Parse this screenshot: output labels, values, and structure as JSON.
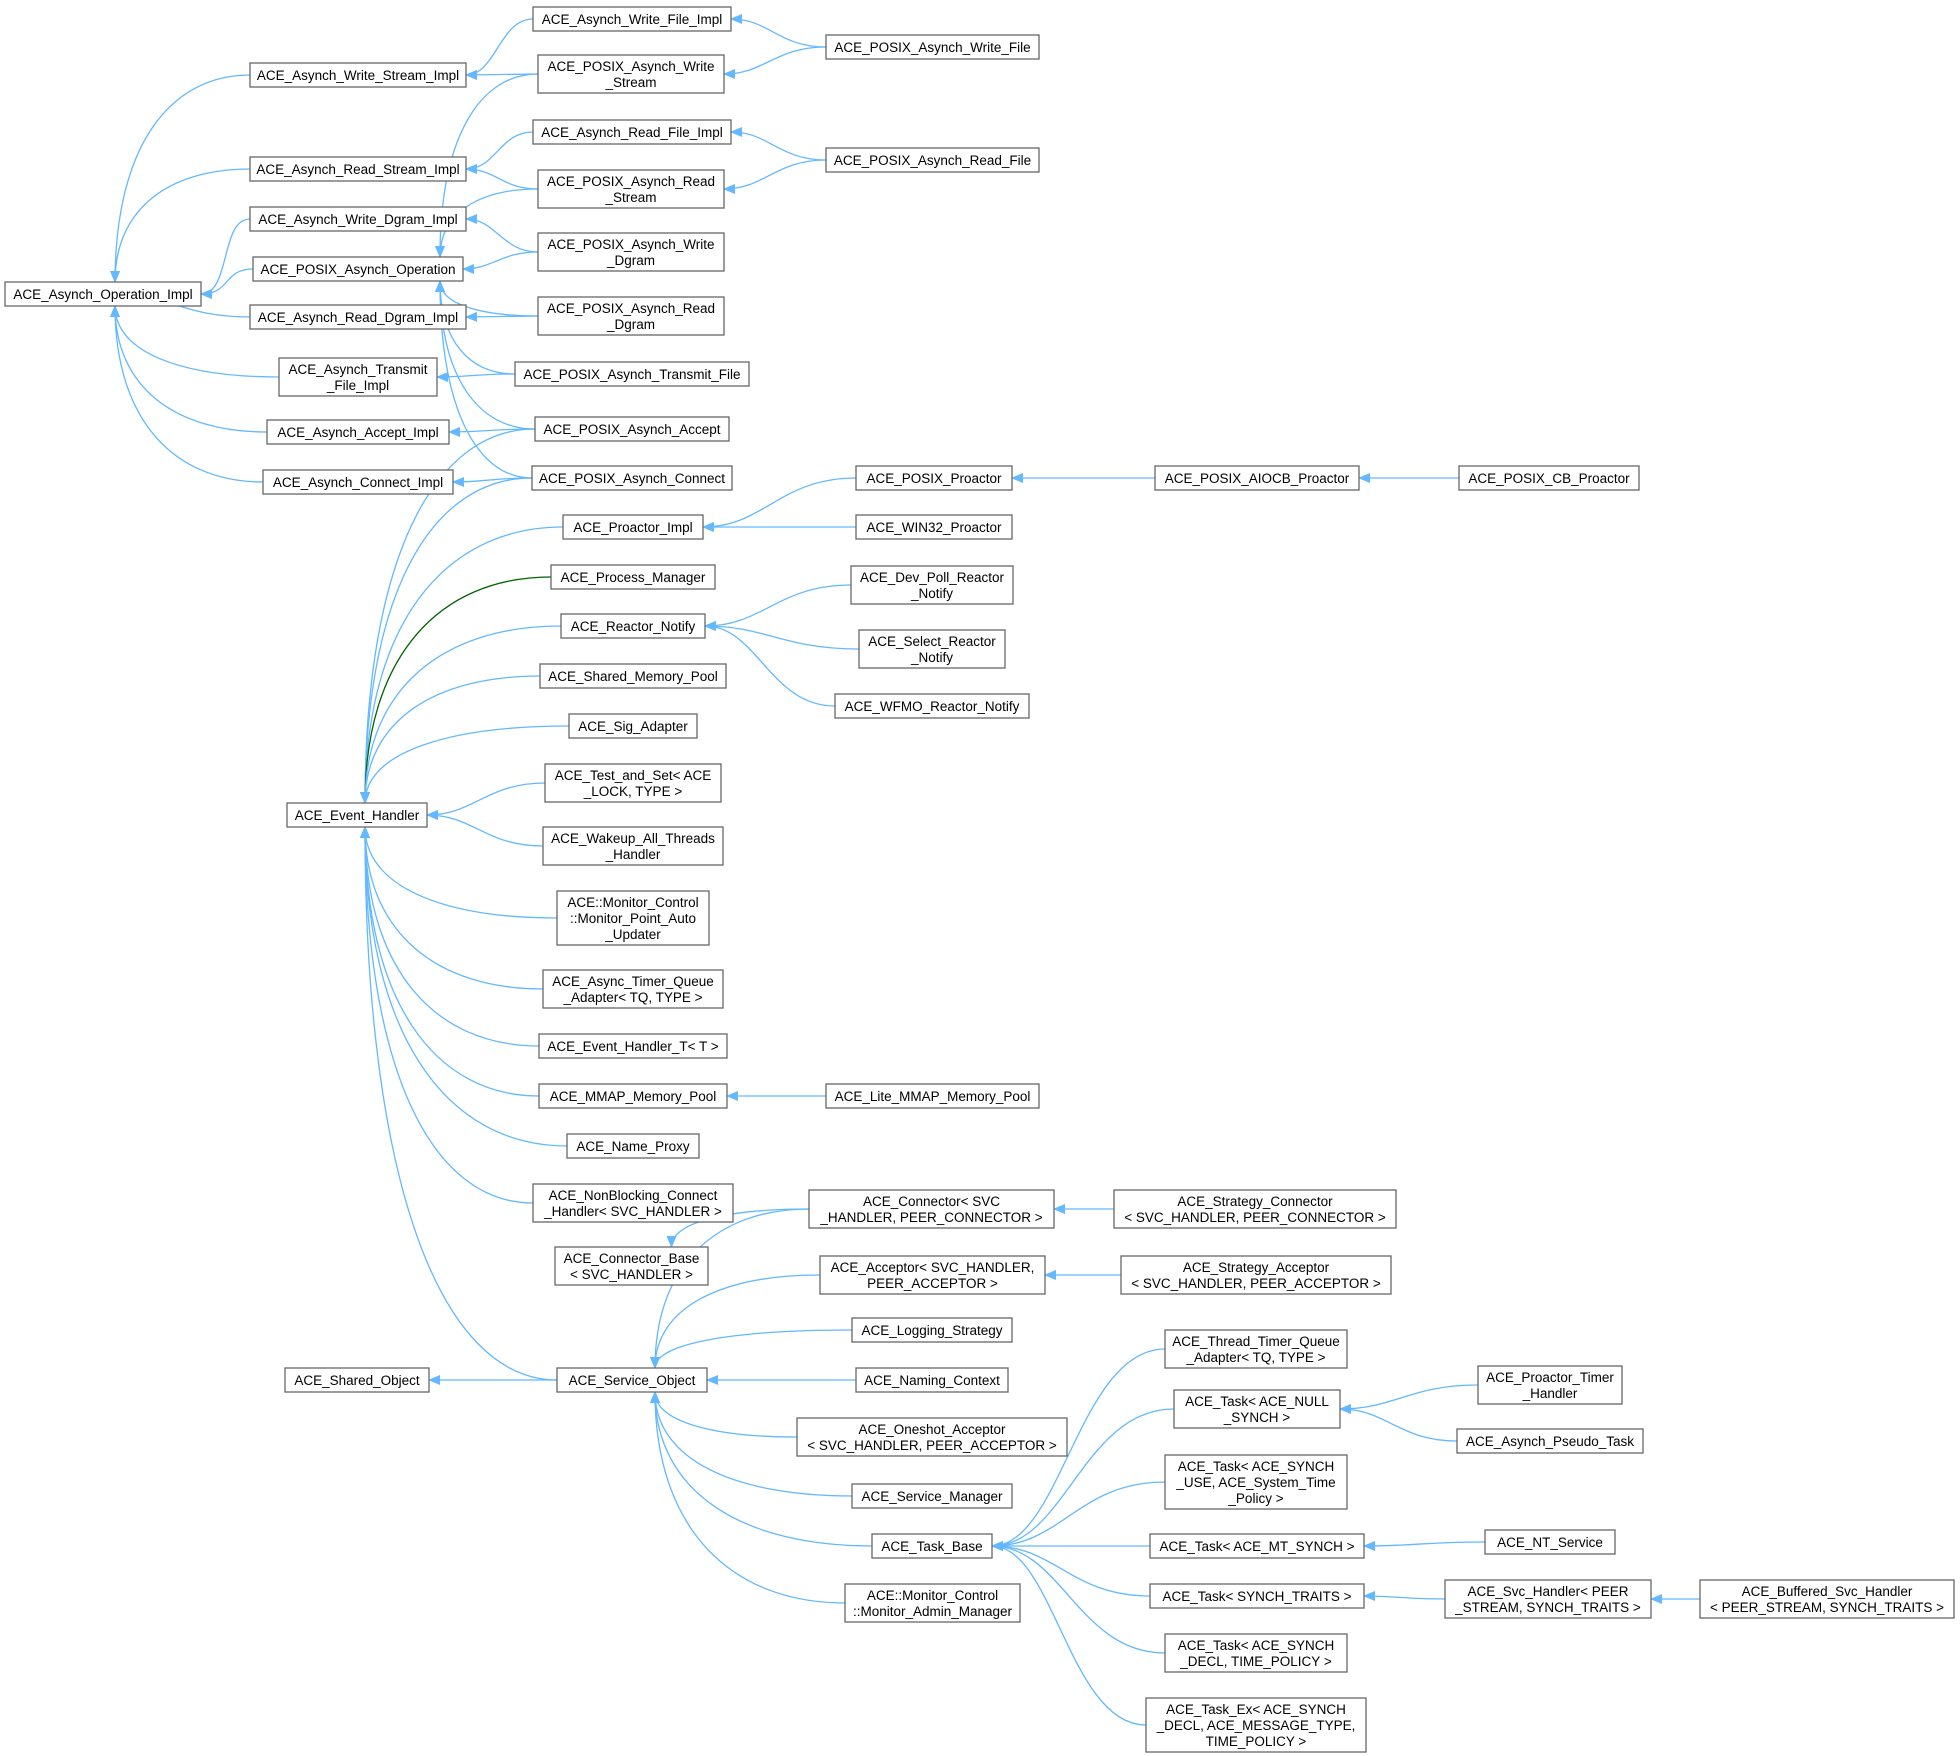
{
  "colors": {
    "edge": "#63b8ff",
    "edge_special": "#006400",
    "node_border": "#666666",
    "node_fill": "#ffffff",
    "text": "#000000"
  },
  "nodes": [
    {
      "id": "op_impl",
      "label": [
        "ACE_Asynch_Operation_Impl"
      ]
    },
    {
      "id": "ws_impl",
      "label": [
        "ACE_Asynch_Write_Stream_Impl"
      ]
    },
    {
      "id": "wf_impl",
      "label": [
        "ACE_Asynch_Write_File_Impl"
      ]
    },
    {
      "id": "posix_wf",
      "label": [
        "ACE_POSIX_Asynch_Write_File"
      ]
    },
    {
      "id": "posix_ws",
      "label": [
        "ACE_POSIX_Asynch_Write",
        "_Stream"
      ]
    },
    {
      "id": "rs_impl",
      "label": [
        "ACE_Asynch_Read_Stream_Impl"
      ]
    },
    {
      "id": "rf_impl",
      "label": [
        "ACE_Asynch_Read_File_Impl"
      ]
    },
    {
      "id": "posix_rf",
      "label": [
        "ACE_POSIX_Asynch_Read_File"
      ]
    },
    {
      "id": "posix_rs",
      "label": [
        "ACE_POSIX_Asynch_Read",
        "_Stream"
      ]
    },
    {
      "id": "wd_impl",
      "label": [
        "ACE_Asynch_Write_Dgram_Impl"
      ]
    },
    {
      "id": "posix_op",
      "label": [
        "ACE_POSIX_Asynch_Operation"
      ]
    },
    {
      "id": "posix_wd",
      "label": [
        "ACE_POSIX_Asynch_Write",
        "_Dgram"
      ]
    },
    {
      "id": "rd_impl",
      "label": [
        "ACE_Asynch_Read_Dgram_Impl"
      ]
    },
    {
      "id": "posix_rd",
      "label": [
        "ACE_POSIX_Asynch_Read",
        "_Dgram"
      ]
    },
    {
      "id": "tf_impl",
      "label": [
        "ACE_Asynch_Transmit",
        "_File_Impl"
      ]
    },
    {
      "id": "posix_tf",
      "label": [
        "ACE_POSIX_Asynch_Transmit_File"
      ]
    },
    {
      "id": "acc_impl",
      "label": [
        "ACE_Asynch_Accept_Impl"
      ]
    },
    {
      "id": "posix_acc",
      "label": [
        "ACE_POSIX_Asynch_Accept"
      ]
    },
    {
      "id": "con_impl",
      "label": [
        "ACE_Asynch_Connect_Impl"
      ]
    },
    {
      "id": "posix_con",
      "label": [
        "ACE_POSIX_Asynch_Connect"
      ]
    },
    {
      "id": "posix_proactor",
      "label": [
        "ACE_POSIX_Proactor"
      ]
    },
    {
      "id": "posix_aiocb",
      "label": [
        "ACE_POSIX_AIOCB_Proactor"
      ]
    },
    {
      "id": "posix_cb",
      "label": [
        "ACE_POSIX_CB_Proactor"
      ]
    },
    {
      "id": "proactor_impl",
      "label": [
        "ACE_Proactor_Impl"
      ]
    },
    {
      "id": "win32_proactor",
      "label": [
        "ACE_WIN32_Proactor"
      ]
    },
    {
      "id": "process_mgr",
      "label": [
        "ACE_Process_Manager"
      ]
    },
    {
      "id": "dev_poll",
      "label": [
        "ACE_Dev_Poll_Reactor",
        "_Notify"
      ]
    },
    {
      "id": "reactor_notify",
      "label": [
        "ACE_Reactor_Notify"
      ]
    },
    {
      "id": "select_notify",
      "label": [
        "ACE_Select_Reactor",
        "_Notify"
      ]
    },
    {
      "id": "wfmo_notify",
      "label": [
        "ACE_WFMO_Reactor_Notify"
      ]
    },
    {
      "id": "shm_pool",
      "label": [
        "ACE_Shared_Memory_Pool"
      ]
    },
    {
      "id": "sig_adapter",
      "label": [
        "ACE_Sig_Adapter"
      ]
    },
    {
      "id": "test_and_set",
      "label": [
        "ACE_Test_and_Set< ACE",
        "_LOCK, TYPE >"
      ]
    },
    {
      "id": "event_handler",
      "label": [
        "ACE_Event_Handler"
      ]
    },
    {
      "id": "wakeup",
      "label": [
        "ACE_Wakeup_All_Threads",
        "_Handler"
      ]
    },
    {
      "id": "monitor_auto",
      "label": [
        "ACE::Monitor_Control",
        "::Monitor_Point_Auto",
        "_Updater"
      ]
    },
    {
      "id": "async_tq",
      "label": [
        "ACE_Async_Timer_Queue",
        "_Adapter< TQ, TYPE >"
      ]
    },
    {
      "id": "eh_t",
      "label": [
        "ACE_Event_Handler_T< T >"
      ]
    },
    {
      "id": "mmap_pool",
      "label": [
        "ACE_MMAP_Memory_Pool"
      ]
    },
    {
      "id": "lite_mmap",
      "label": [
        "ACE_Lite_MMAP_Memory_Pool"
      ]
    },
    {
      "id": "name_proxy",
      "label": [
        "ACE_Name_Proxy"
      ]
    },
    {
      "id": "nb_connect",
      "label": [
        "ACE_NonBlocking_Connect",
        "_Handler< SVC_HANDLER >"
      ]
    },
    {
      "id": "connector",
      "label": [
        "ACE_Connector< SVC",
        "_HANDLER, PEER_CONNECTOR >"
      ]
    },
    {
      "id": "strat_connector",
      "label": [
        "ACE_Strategy_Connector",
        "< SVC_HANDLER, PEER_CONNECTOR >"
      ]
    },
    {
      "id": "connector_base",
      "label": [
        "ACE_Connector_Base",
        "< SVC_HANDLER >"
      ]
    },
    {
      "id": "acceptor",
      "label": [
        "ACE_Acceptor< SVC_HANDLER,",
        "PEER_ACCEPTOR >"
      ]
    },
    {
      "id": "strat_acceptor",
      "label": [
        "ACE_Strategy_Acceptor",
        "< SVC_HANDLER, PEER_ACCEPTOR >"
      ]
    },
    {
      "id": "logging_strat",
      "label": [
        "ACE_Logging_Strategy"
      ]
    },
    {
      "id": "thread_tq",
      "label": [
        "ACE_Thread_Timer_Queue",
        "_Adapter< TQ, TYPE >"
      ]
    },
    {
      "id": "proactor_timer",
      "label": [
        "ACE_Proactor_Timer",
        "_Handler"
      ]
    },
    {
      "id": "shared_object",
      "label": [
        "ACE_Shared_Object"
      ]
    },
    {
      "id": "service_object",
      "label": [
        "ACE_Service_Object"
      ]
    },
    {
      "id": "naming_ctx",
      "label": [
        "ACE_Naming_Context"
      ]
    },
    {
      "id": "task_null",
      "label": [
        "ACE_Task< ACE_NULL",
        "_SYNCH >"
      ]
    },
    {
      "id": "pseudo_task",
      "label": [
        "ACE_Asynch_Pseudo_Task"
      ]
    },
    {
      "id": "oneshot",
      "label": [
        "ACE_Oneshot_Acceptor",
        "< SVC_HANDLER, PEER_ACCEPTOR >"
      ]
    },
    {
      "id": "task_synch_use",
      "label": [
        "ACE_Task< ACE_SYNCH",
        "_USE, ACE_System_Time",
        "_Policy >"
      ]
    },
    {
      "id": "service_mgr",
      "label": [
        "ACE_Service_Manager"
      ]
    },
    {
      "id": "task_base",
      "label": [
        "ACE_Task_Base"
      ]
    },
    {
      "id": "task_mt",
      "label": [
        "ACE_Task< ACE_MT_SYNCH >"
      ]
    },
    {
      "id": "nt_service",
      "label": [
        "ACE_NT_Service"
      ]
    },
    {
      "id": "monitor_admin",
      "label": [
        "ACE::Monitor_Control",
        "::Monitor_Admin_Manager"
      ]
    },
    {
      "id": "task_traits",
      "label": [
        "ACE_Task< SYNCH_TRAITS >"
      ]
    },
    {
      "id": "svc_handler",
      "label": [
        "ACE_Svc_Handler< PEER",
        "_STREAM, SYNCH_TRAITS >"
      ]
    },
    {
      "id": "buffered_svc",
      "label": [
        "ACE_Buffered_Svc_Handler",
        "< PEER_STREAM, SYNCH_TRAITS >"
      ]
    },
    {
      "id": "task_decl",
      "label": [
        "ACE_Task< ACE_SYNCH",
        "_DECL, TIME_POLICY >"
      ]
    },
    {
      "id": "task_ex",
      "label": [
        "ACE_Task_Ex< ACE_SYNCH",
        "_DECL, ACE_MESSAGE_TYPE,",
        "TIME_POLICY >"
      ]
    }
  ]
}
